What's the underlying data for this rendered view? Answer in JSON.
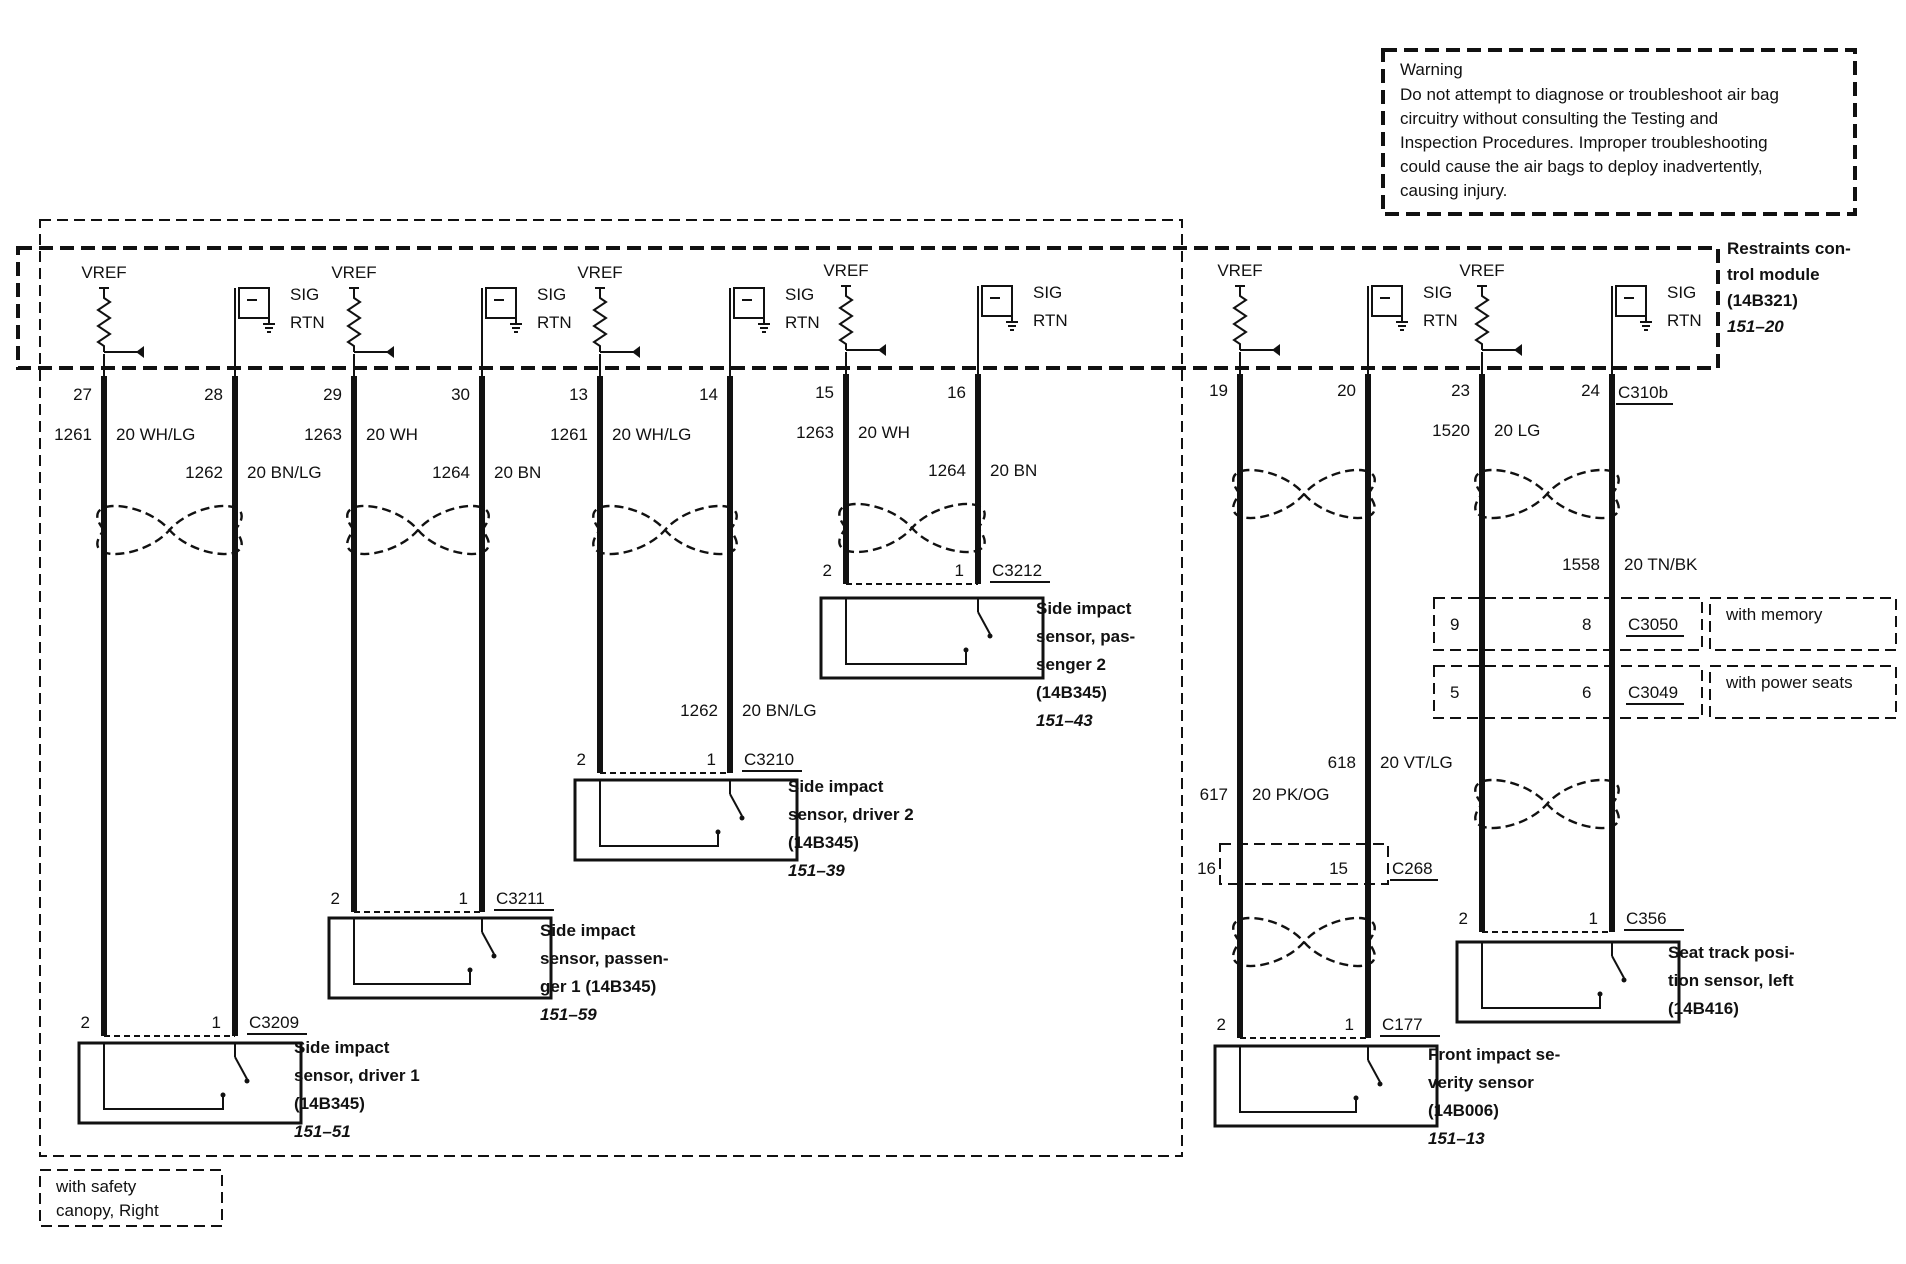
{
  "warning": {
    "title": "Warning",
    "lines": [
      "Do not attempt to diagnose or troubleshoot air bag",
      "circuitry without consulting the Testing and",
      "Inspection Procedures. Improper troubleshooting",
      "could cause the air bags to deploy inadvertently,",
      "causing injury."
    ]
  },
  "module": {
    "lines": [
      "Restraints con-",
      "trol module",
      "(14B321)"
    ],
    "ref": "151–20"
  },
  "labels": {
    "vref": "VREF",
    "sig": "SIG",
    "rtn": "RTN"
  },
  "safety_canopy_note": [
    "with safety",
    "canopy, Right"
  ],
  "connector_top": "C310b",
  "sensors": [
    {
      "id": "driver1",
      "vref_pin": "27",
      "sig_pin": "28",
      "vref_circuit": "1261",
      "vref_wire": "20 WH/LG",
      "sig_circuit": "1262",
      "sig_wire": "20 BN/LG",
      "conn_pin_a": "2",
      "conn_pin_b": "1",
      "connector": "C3209",
      "name_lines": [
        "Side impact",
        "sensor, driver 1",
        "(14B345)"
      ],
      "ref": "151–51"
    },
    {
      "id": "passenger1",
      "vref_pin": "29",
      "sig_pin": "30",
      "vref_circuit": "1263",
      "vref_wire": "20 WH",
      "sig_circuit": "1264",
      "sig_wire": "20 BN",
      "conn_pin_a": "2",
      "conn_pin_b": "1",
      "connector": "C3211",
      "name_lines": [
        "Side impact",
        "sensor, passen-",
        "ger 1 (14B345)"
      ],
      "ref": "151–59"
    },
    {
      "id": "driver2",
      "vref_pin": "13",
      "sig_pin": "14",
      "vref_circuit": "1261",
      "vref_wire": "20 WH/LG",
      "sig_circuit": "1262",
      "sig_wire": "20 BN/LG",
      "conn_pin_a": "2",
      "conn_pin_b": "1",
      "connector": "C3210",
      "name_lines": [
        "Side impact",
        "sensor, driver 2",
        "(14B345)"
      ],
      "ref": "151–39"
    },
    {
      "id": "passenger2",
      "vref_pin": "15",
      "sig_pin": "16",
      "vref_circuit": "1263",
      "vref_wire": "20 WH",
      "sig_circuit": "1264",
      "sig_wire": "20 BN",
      "conn_pin_a": "2",
      "conn_pin_b": "1",
      "connector": "C3212",
      "name_lines": [
        "Side impact",
        "sensor, pas-",
        "senger 2",
        "(14B345)"
      ],
      "ref": "151–43"
    },
    {
      "id": "front",
      "vref_pin": "19",
      "sig_pin": "20",
      "mid_pin_a": "16",
      "mid_pin_b": "15",
      "mid_connector": "C268",
      "vref_circuit": "617",
      "vref_wire": "20 PK/OG",
      "sig_circuit": "618",
      "sig_wire": "20 VT/LG",
      "conn_pin_a": "2",
      "conn_pin_b": "1",
      "connector": "C177",
      "name_lines": [
        "Front impact se-",
        "verity sensor",
        "(14B006)"
      ],
      "ref": "151–13"
    },
    {
      "id": "seattrack",
      "vref_pin": "23",
      "sig_pin": "24",
      "vref_circuit": "1520",
      "vref_wire": "20 LG",
      "sig_circuit": "1558",
      "sig_wire": "20 TN/BK",
      "conn_pin_a": "2",
      "conn_pin_b": "1",
      "connector": "C356",
      "name_lines": [
        "Seat track posi-",
        "tion sensor, left",
        "(14B416)"
      ],
      "inline": [
        {
          "pin_a": "9",
          "pin_b": "8",
          "connector": "C3050",
          "note": "with memory"
        },
        {
          "pin_a": "5",
          "pin_b": "6",
          "connector": "C3049",
          "note": "with power seats"
        }
      ]
    }
  ]
}
